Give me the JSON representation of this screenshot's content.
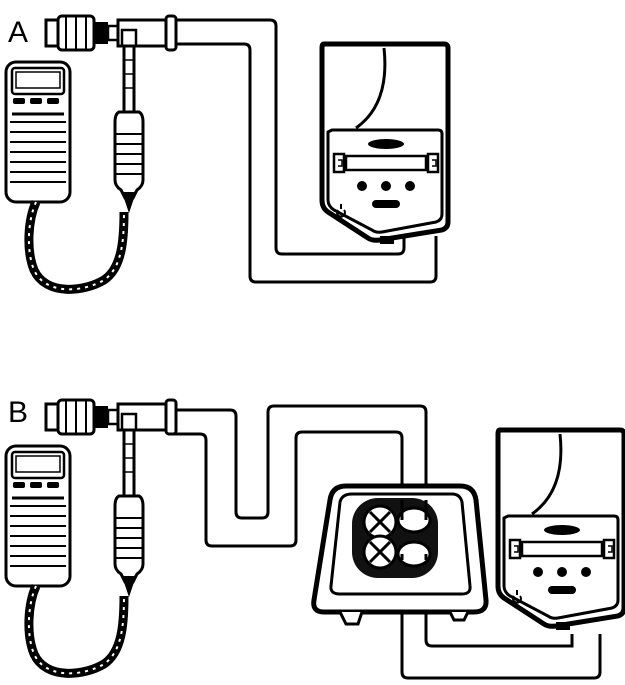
{
  "panels": [
    {
      "id": "A",
      "label": "A",
      "setup": "direct"
    },
    {
      "id": "B",
      "label": "B",
      "setup": "with-interposed-unit"
    }
  ],
  "icons": {
    "device_power": "power-icon",
    "interposed_unit_ports": "x-marked-port-icon"
  },
  "colors": {
    "line": "#000000",
    "fill": "#ffffff",
    "shade": "#2a2a2a"
  }
}
